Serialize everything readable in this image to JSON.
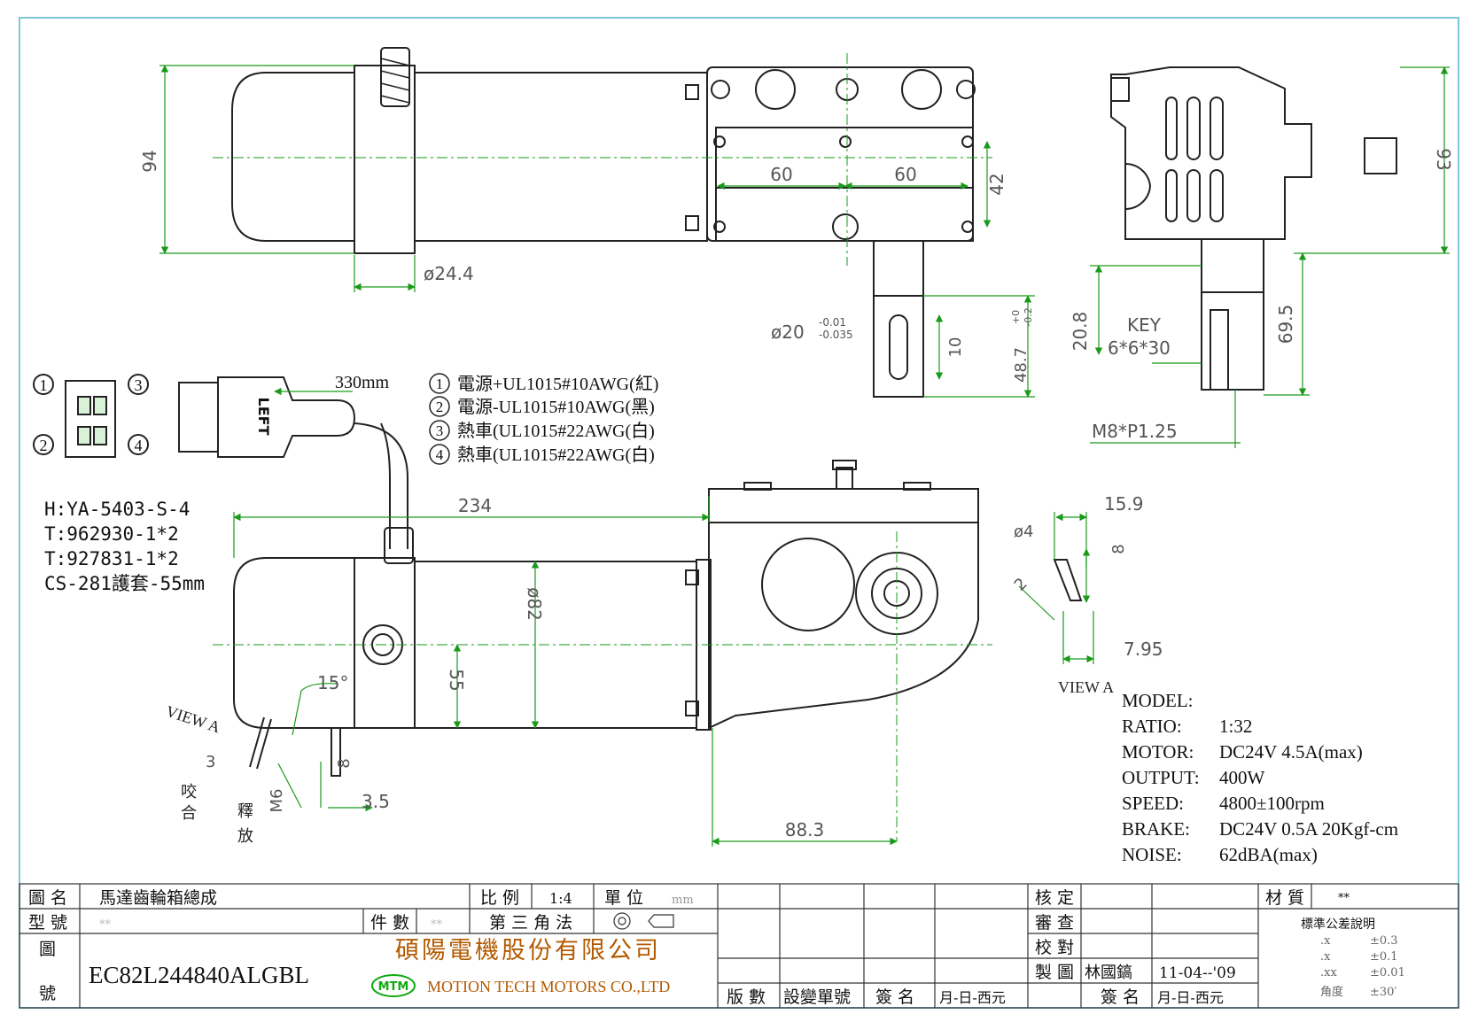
{
  "colors": {
    "outline": "#222222",
    "dimension": "#1a9a1a",
    "dim_text": "#555555",
    "frame": "#7fc6d8",
    "title_text": "#111111",
    "company_text": "#b35a00",
    "logo_green": "#11aa11"
  },
  "drawing": {
    "top_view": {
      "dim_height": "94",
      "dim_width_60a": "60",
      "dim_width_60b": "60",
      "dim_42": "42",
      "dim_boss": "ø24.4",
      "dim_shaft": "ø20",
      "shaft_tol_upper": "-0.01",
      "shaft_tol_lower": "-0.035",
      "dim_10": "10",
      "dim_48_7": "48.7",
      "dim_48_7_tol_upper": "+0",
      "dim_48_7_tol_lower": "-0.2"
    },
    "side_view": {
      "dim_93": "93",
      "dim_20_8": "20.8",
      "dim_69_5": "69.5",
      "key_label": "KEY",
      "key_size": "6*6*30",
      "thread": "M8*P1.25"
    },
    "connector": {
      "pin1": "1",
      "pin2": "2",
      "pin3": "3",
      "pin4": "4",
      "cable_length": "330mm",
      "left_tag": "LEFT",
      "specs": [
        "H:YA-5403-S-4",
        "T:962930-1*2",
        "T:927831-1*2",
        "CS-281護套-55mm"
      ]
    },
    "wiring": [
      {
        "n": "1",
        "text": "電源+UL1015#10AWG(紅)"
      },
      {
        "n": "2",
        "text": "電源-UL1015#10AWG(黑)"
      },
      {
        "n": "3",
        "text": "熱車(UL1015#22AWG(白)"
      },
      {
        "n": "4",
        "text": "熱車(UL1015#22AWG(白)"
      }
    ],
    "front_view": {
      "dim_234": "234",
      "dim_82": "ø82",
      "dim_55": "55",
      "dim_88_3": "88.3",
      "dim_15deg": "15°",
      "view_a": "VIEW A",
      "dim_3": "3",
      "dim_m6": "M6",
      "dim_8": "8",
      "dim_3_5": "3.5",
      "bite": "咬",
      "together": "合",
      "release": "釋",
      "release2": "放"
    },
    "view_a_detail": {
      "dim_15_9": "15.9",
      "dim_phi4": "ø4",
      "dim_8": "8",
      "dim_2": "2",
      "dim_7_95": "7.95",
      "label": "VIEW A"
    },
    "specs": [
      {
        "label": "MODEL:",
        "value": ""
      },
      {
        "label": "RATIO:",
        "value": "1:32"
      },
      {
        "label": "MOTOR:",
        "value": "DC24V  4.5A(max)"
      },
      {
        "label": "OUTPUT:",
        "value": "400W"
      },
      {
        "label": "SPEED:",
        "value": "4800±100rpm"
      },
      {
        "label": "BRAKE:",
        "value": "DC24V 0.5A 20Kgf-cm"
      },
      {
        "label": "NOISE:",
        "value": "62dBA(max)"
      }
    ]
  },
  "title_block": {
    "name_label": "圖 名",
    "name_value": "馬達齒輪箱總成",
    "scale_label": "比 例",
    "scale_value": "1:4",
    "unit_label": "單 位",
    "unit_value": "mm",
    "model_label": "型 號",
    "model_value": "**",
    "qty_label": "件 數",
    "qty_value": "**",
    "projection_label": "第 三 角 法",
    "drawing_no_label_1": "圖",
    "drawing_no_label_2": "號",
    "drawing_no": "EC82L244840ALGBL",
    "company_zh": "碩陽電機股份有限公司",
    "company_logo": "MTM",
    "company_en": "MOTION  TECH  MOTORS  CO.,LTD",
    "rev_label": "版 數",
    "change_no_label": "設變單號",
    "sign_label": "簽 名",
    "date_label": "月-日-西元",
    "approve_label": "核 定",
    "review_label": "審 查",
    "check_label": "校 對",
    "draw_label": "製 圖",
    "drawer": "林國鎬",
    "draw_date": "11-04--'09",
    "sign_label2": "簽 名",
    "date_label2": "月-日-西元",
    "material_label": "材 質",
    "material_value": "**",
    "tolerance_title": "標準公差說明",
    "tolerances": [
      {
        "k": ".x",
        "v": "±0.3"
      },
      {
        "k": ".x",
        "v": "±0.1"
      },
      {
        "k": ".xx",
        "v": "±0.01"
      },
      {
        "k": "角度",
        "v": "±30′"
      }
    ]
  }
}
